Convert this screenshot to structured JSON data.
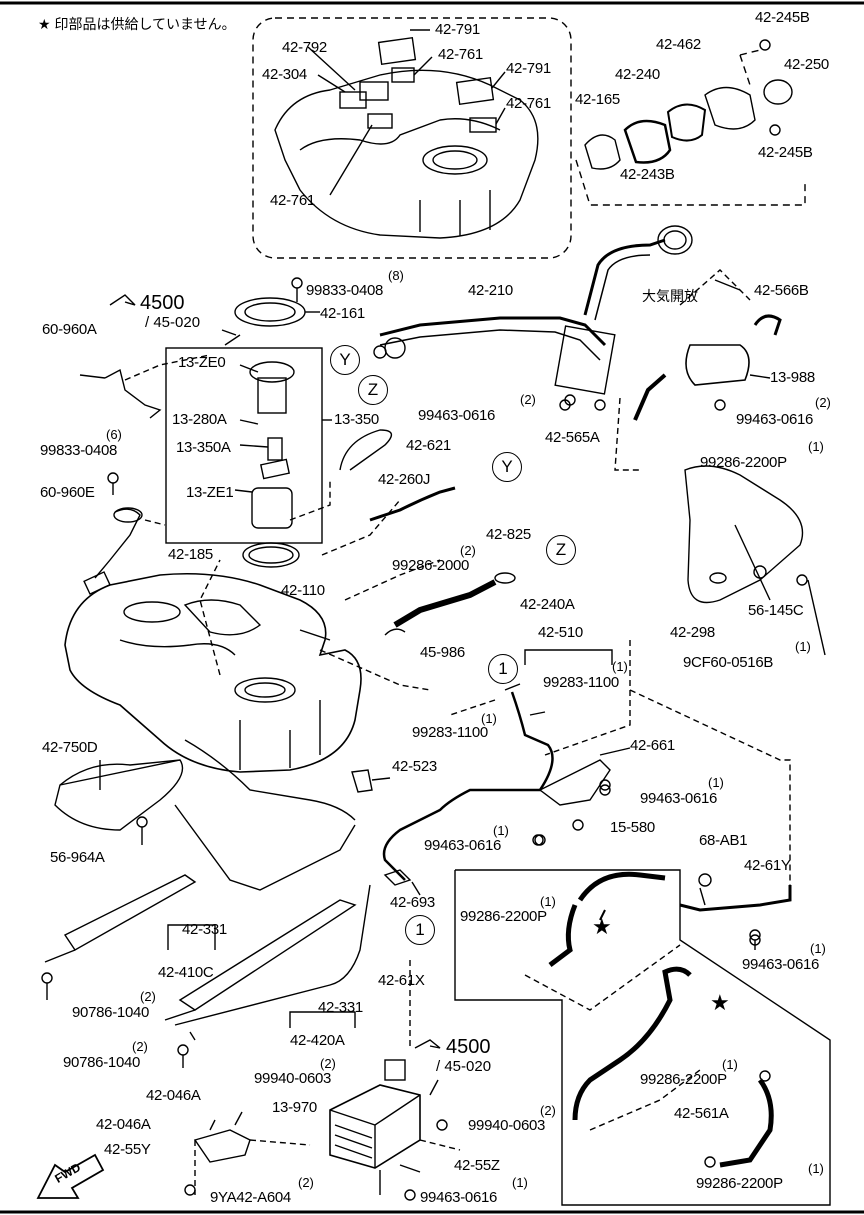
{
  "header_note": "★ 印部品は供給していません。",
  "air_vent_label": "大気開放",
  "fwd_label": "FWD",
  "section_ref": {
    "main": "4500",
    "sub": "/ 45-020"
  },
  "callouts": {
    "Y": "Y",
    "Z": "Z",
    "one": "1"
  },
  "star": "★",
  "parts": [
    "42-791",
    "42-792",
    "42-761",
    "42-304",
    "42-791",
    "42-761",
    "42-761",
    "42-245B",
    "42-462",
    "42-250",
    "42-240",
    "42-165",
    "42-245B",
    "42-243B",
    "99833-0408",
    "42-210",
    "42-161",
    "42-566B",
    "60-960A",
    "13-ZE0",
    "13-988",
    "13-280A",
    "13-350",
    "99463-0616",
    "99463-0616",
    "42-565A",
    "13-350A",
    "42-621",
    "99833-0408",
    "99286-2200P",
    "13-ZE1",
    "42-260J",
    "60-960E",
    "42-825",
    "99286-2000",
    "42-185",
    "42-110",
    "42-240A",
    "42-298",
    "56-145C",
    "45-986",
    "42-510",
    "9CF60-0516B",
    "99283-1100",
    "99283-1100",
    "42-750D",
    "42-661",
    "42-523",
    "99463-0616",
    "56-964A",
    "15-580",
    "99463-0616",
    "68-AB1",
    "42-61Y",
    "42-693",
    "99286-2200P",
    "42-331",
    "99463-0616",
    "42-410C",
    "42-61X",
    "90786-1040",
    "42-331",
    "42-420A",
    "90786-1040",
    "99940-0603",
    "99286-2200P",
    "42-046A",
    "13-970",
    "42-561A",
    "42-046A",
    "99940-0603",
    "42-55Y",
    "42-55Z",
    "99286-2200P",
    "9YA42-A604",
    "99463-0616"
  ],
  "quantities": {
    "q8": "(8)",
    "q6": "(6)",
    "q2": "(2)",
    "q1": "(1)"
  }
}
